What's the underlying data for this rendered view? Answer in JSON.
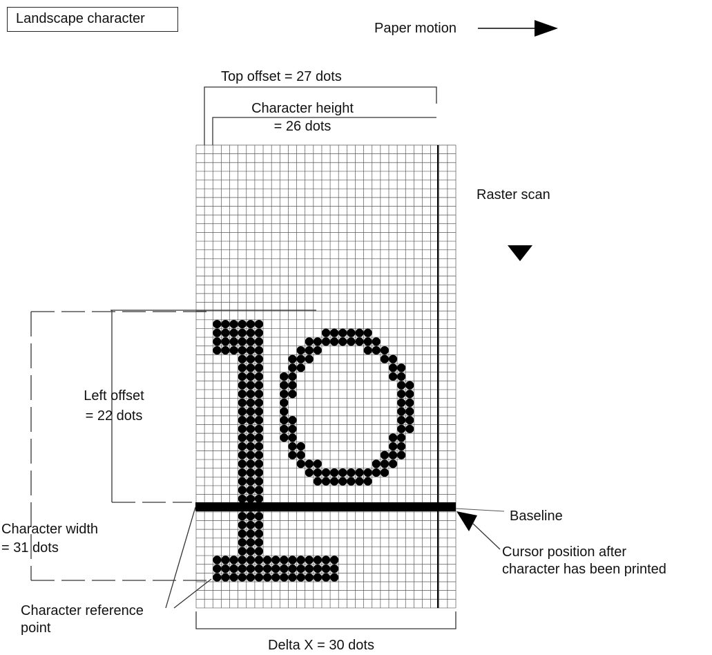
{
  "title": "Landscape character",
  "labels": {
    "paper_motion": "Paper motion",
    "top_offset": "Top offset = 27 dots",
    "character_height_1": "Character height",
    "character_height_2": "= 26 dots",
    "raster_scan": "Raster scan",
    "left_offset_1": "Left offset",
    "left_offset_2": "= 22 dots",
    "baseline": "Baseline",
    "character_width_1": "Character width",
    "character_width_2": "= 31 dots",
    "cursor_1": "Cursor position after",
    "cursor_2": "character has been printed",
    "ref_point_1": "Character reference",
    "ref_point_2": "point",
    "delta_x": "Delta X = 30 dots"
  },
  "grid": {
    "columns": 31,
    "rows": 53,
    "baseline_row": 41
  }
}
